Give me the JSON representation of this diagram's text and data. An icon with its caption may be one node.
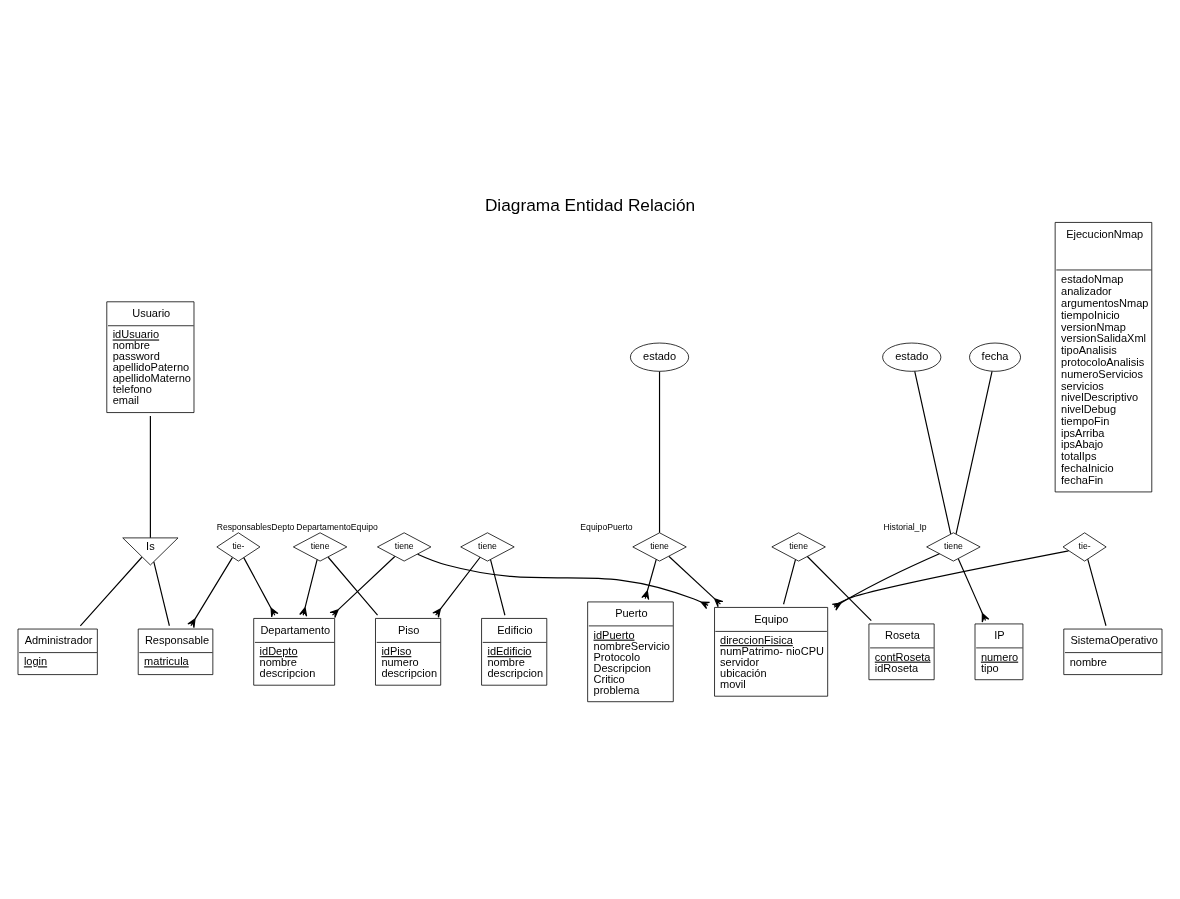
{
  "diagram": {
    "title": "Diagrama Entidad Relación",
    "nodes": [
      {
        "text": [
          "Usuario",
          "idUsuario",
          "nombre",
          "password",
          "apellidoPaterno",
          "apellidoMaterno",
          "telefono",
          "email"
        ]
      },
      {
        "text": [
          "Is"
        ]
      },
      {
        "text": [
          "Administrador",
          "login"
        ]
      },
      {
        "text": [
          "Responsable",
          "matricula"
        ]
      },
      {
        "text": [
          "Puerto",
          "idPuerto",
          "nombreServicio",
          "Protocolo",
          "Descripcion",
          "Critico",
          "problema"
        ]
      },
      {
        "text": [
          "tiene"
        ],
        "beside": [
          "EquipoPuerto"
        ]
      },
      {
        "text": [
          "estado"
        ]
      },
      {
        "text": [
          "Roseta",
          "contRoseta",
          "idRoseta"
        ]
      },
      {
        "text": [
          "tiene"
        ]
      },
      {
        "text": [
          "tie-"
        ],
        "beside": [
          "ResponsablesDepto"
        ]
      },
      {
        "text": [
          "Equipo",
          "direccionFisica",
          "numPatrimo- nioCPU",
          "servidor",
          "ubicación",
          "movil"
        ]
      },
      {
        "text": [
          "estado"
        ]
      },
      {
        "text": [
          "fecha"
        ]
      },
      {
        "text": [
          "IP",
          "numero",
          "tipo"
        ]
      },
      {
        "text": [
          "tiene"
        ],
        "beside": [
          "Historial_Ip"
        ]
      },
      {
        "text": [
          "Piso",
          "idPiso",
          "numero",
          "descripcion"
        ]
      },
      {
        "text": [
          "tiene"
        ]
      },
      {
        "text": [
          "Departamento",
          "idDepto",
          "nombre",
          "descripcion"
        ]
      },
      {
        "text": [
          "tiene"
        ],
        "beside": [
          "DepartamentoEquipo"
        ]
      },
      {
        "text": [
          "Edificio",
          "idEdificio",
          "nombre",
          "descripcion"
        ]
      },
      {
        "text": [
          "tiene"
        ]
      },
      {
        "text": [
          "SistemaOperativo",
          "nombre"
        ]
      },
      {
        "text": [
          "tie-"
        ]
      },
      {
        "text": [
          "EjecucionNmap",
          "estadoNmap",
          "analizador",
          "argumentosNmap",
          "tiempoInicio",
          "versionNmap",
          "versionSalidaXml",
          "tipoAnalisis",
          "protocoloAnalisis",
          "numeroServicios",
          "servicios",
          "nivelDescriptivo",
          "nivelDebug",
          "tiempoFin",
          "ipsArriba",
          "ipsAbajo",
          "totalIps",
          "fechaInicio",
          "fechaFin"
        ]
      }
    ],
    "edges": [
      {
        "from": 0,
        "to": 1,
        "arrow": "none"
      },
      {
        "from": 1,
        "to": 2,
        "arrow": "none"
      },
      {
        "from": 1,
        "to": 3,
        "arrow": "none"
      },
      {
        "from": 6,
        "to": 5,
        "arrow": "none"
      },
      {
        "from": 5,
        "to": 4,
        "arrow": "other"
      },
      {
        "from": 5,
        "to": 10,
        "arrow": "other"
      },
      {
        "from": 8,
        "to": 7,
        "arrow": "none"
      },
      {
        "from": 8,
        "to": 10,
        "arrow": "none"
      },
      {
        "from": 9,
        "to": 3,
        "arrow": "other"
      },
      {
        "from": 9,
        "to": 17,
        "arrow": "other"
      },
      {
        "from": 18,
        "to": 17,
        "arrow": "other"
      },
      {
        "from": 18,
        "to": 10,
        "arrow": "other"
      },
      {
        "from": 11,
        "to": 14,
        "arrow": "none"
      },
      {
        "from": 12,
        "to": 14,
        "arrow": "none"
      },
      {
        "from": 14,
        "to": 10,
        "arrow": "other"
      },
      {
        "from": 14,
        "to": 13,
        "arrow": "other"
      },
      {
        "from": 16,
        "to": 15,
        "arrow": "none"
      },
      {
        "from": 16,
        "to": 17,
        "arrow": "other"
      },
      {
        "from": 20,
        "to": 15,
        "arrow": "other"
      },
      {
        "from": 20,
        "to": 19,
        "arrow": "none"
      },
      {
        "from": 22,
        "to": 10,
        "arrow": "none"
      },
      {
        "from": 22,
        "to": 21,
        "arrow": "none"
      }
    ]
  }
}
